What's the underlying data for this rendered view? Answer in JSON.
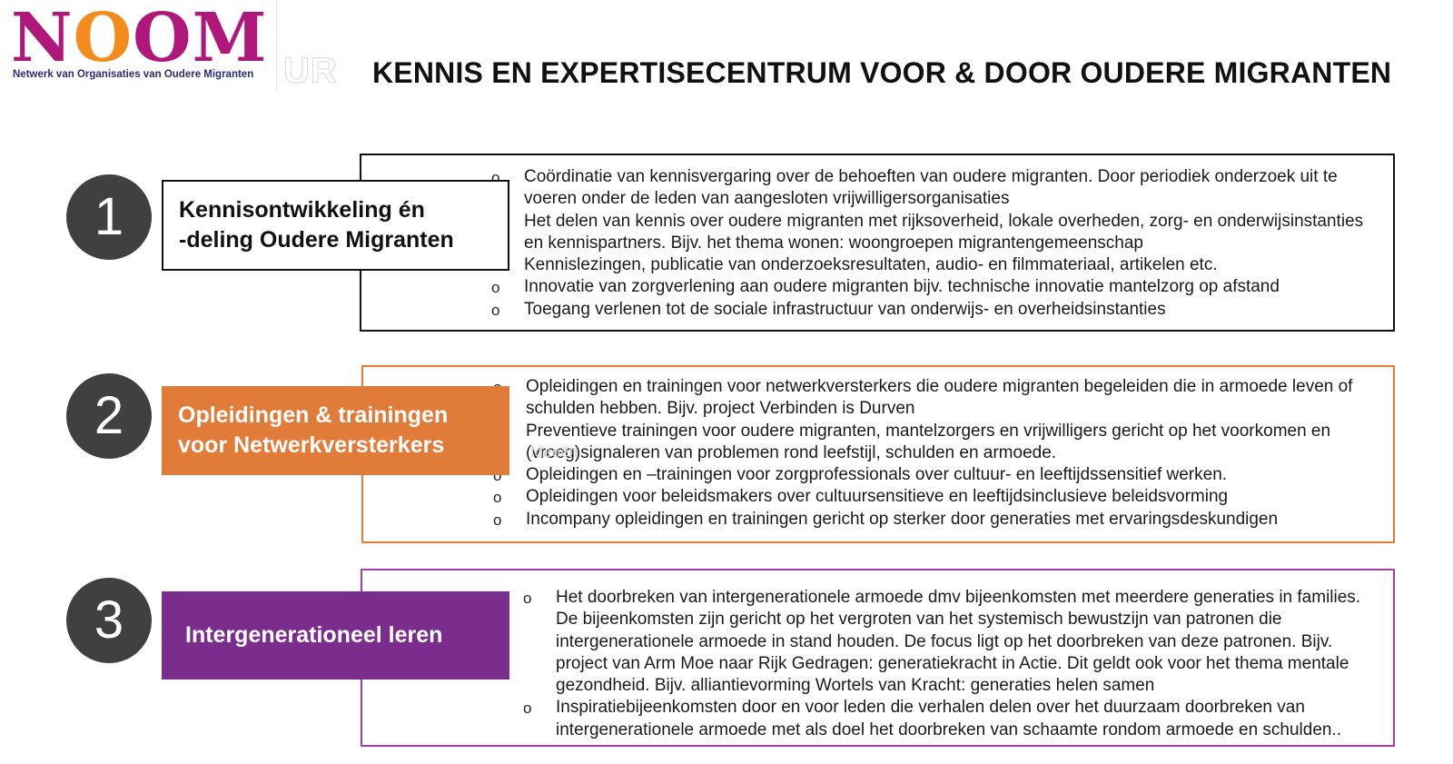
{
  "logo": {
    "word": [
      "N",
      "O",
      "O",
      "M"
    ],
    "subtitle": "Netwerk van Organisaties van Oudere Migranten",
    "partial_mark": "UR"
  },
  "title": "KENNIS EN EXPERTISECENTRUM VOOR & DOOR OUDERE MIGRANTEN",
  "bullet_symbol": "o",
  "stray_text": "Ideeën",
  "sections": [
    {
      "number": "1",
      "label_line1": "Kennisontwikkeling én",
      "label_line2": "-deling Oudere Migranten",
      "colors": {
        "label_bg": "#ffffff",
        "label_text": "#111111",
        "border": "#111111"
      },
      "items": [
        "Coördinatie van kennisvergaring over de behoeften van oudere migranten. Door periodiek onderzoek uit te voeren onder de leden van aangesloten vrijwilligersorganisaties",
        "Het delen van kennis over oudere migranten met rijksoverheid, lokale overheden, zorg- en onderwijsinstanties en kennispartners. Bijv. het thema wonen: woongroepen migrantengemeenschap",
        "Kennislezingen, publicatie van onderzoeksresultaten, audio- en filmmateriaal, artikelen etc.",
        "Innovatie van zorgverlening aan oudere migranten bijv. technische innovatie mantelzorg op afstand",
        "Toegang verlenen tot de sociale infrastructuur van onderwijs- en overheidsinstanties"
      ]
    },
    {
      "number": "2",
      "label_line1": "Opleidingen & trainingen",
      "label_line2": "voor Netwerkversterkers",
      "colors": {
        "label_bg": "#e07b39",
        "label_text": "#ffffff",
        "border": "#e07b39"
      },
      "items": [
        "Opleidingen en trainingen voor netwerkversterkers die oudere migranten begeleiden die in armoede leven of schulden hebben. Bijv. project Verbinden is Durven",
        "Preventieve trainingen voor oudere migranten, mantelzorgers en vrijwilligers gericht op het voorkomen en (vroeg)signaleren van problemen rond leefstijl, schulden en armoede.",
        "Opleidingen en –trainingen voor zorgprofessionals over cultuur- en leeftijdssensitief werken.",
        "Opleidingen voor beleidsmakers over cultuursensitieve en leeftijdsinclusieve beleidsvorming",
        "Incompany opleidingen en trainingen gericht op sterker door generaties met ervaringsdeskundigen"
      ]
    },
    {
      "number": "3",
      "label_line1": "Intergenerationeel leren",
      "label_line2": "",
      "colors": {
        "label_bg": "#7b2d8e",
        "label_text": "#ffffff",
        "border": "#a23ca8"
      },
      "items": [
        "Het doorbreken van intergenerationele armoede dmv bijeenkomsten met meerdere generaties in families. De bijeenkomsten zijn gericht op het vergroten van het systemisch bewustzijn van patronen die intergenerationele armoede in stand houden. De focus ligt op het doorbreken van deze patronen. Bijv. project van Arm Moe naar Rijk Gedragen: generatiekracht in Actie. Dit geldt ook voor het thema mentale gezondheid. Bijv. alliantievorming Wortels van Kracht: generaties helen samen",
        "Inspiratiebijeenkomsten door en voor leden die verhalen delen over het duurzaam doorbreken van intergenerationele armoede met als doel het doorbreken van schaamte rondom armoede en schulden.."
      ]
    }
  ]
}
